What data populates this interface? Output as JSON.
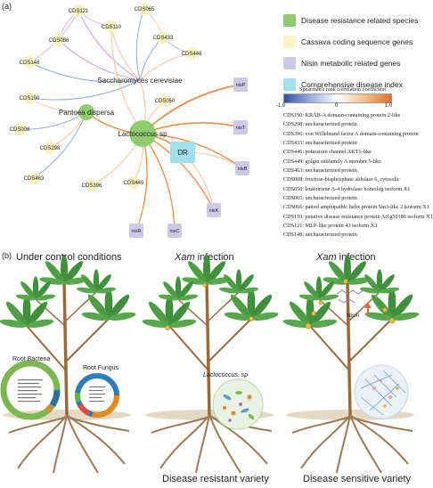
{
  "panel_a": {
    "label": "(a)",
    "nodes": {
      "cds": [
        "CDS121",
        "CDS065",
        "CDS086",
        "CDS110",
        "CDS433",
        "CDS148",
        "CDS446",
        "CDS190",
        "CDS050",
        "CDS008",
        "CDS298",
        "CDS463",
        "CDS396",
        "CDS449"
      ],
      "species": [
        "Saccharomyces cerevisiae",
        "Pantoea dispersa",
        "Lactococcus sp"
      ],
      "nisin": [
        "nisP",
        "nisT",
        "nisB",
        "nisK",
        "nisR",
        "nisC"
      ],
      "index": "DR"
    },
    "legend": [
      {
        "label": "Disease resistance related species",
        "color": "#8fcb6f"
      },
      {
        "label": "Cassava coding sequence genes",
        "color": "#f9f4c2"
      },
      {
        "label": "Nisin metabolic related genes",
        "color": "#cdc7e8"
      },
      {
        "label": "Comprehensive disease index",
        "color": "#9fe0ea"
      }
    ],
    "colorbar": {
      "title": "Spearman's rank correlation coefficient",
      "min": "-1.0",
      "mid": "0",
      "max": "1.0",
      "low_color": "#2f4fa8",
      "high_color": "#e8702a"
    },
    "definitions": [
      "CDS190: KRAB-A domain-containing protein 2-like",
      "CDS298: uncharacterized protein",
      "CDS396: von Willebrand factor A domain-containing protein",
      "CDS433: uncharacterized protein",
      "CDS446: potassium channel AKT1-like",
      "CDS449: golgin subfamily A member 5-like",
      "CDS463: uncharacterized protein",
      "CDS008: fructose-bisphosphate aldolase 6, cytosolic",
      "CDS050: leukotriene A-4 hydrolase homolog isoform X1",
      "CDS065: uncharacterized protein",
      "CDS066: paired amphipathic helix protein Sin3-like 2 isoform X1",
      "CDS110: putative disease resistance protein At1g50180 isoform X1",
      "CDS121: MLP-like protein 43 isoform X3",
      "CDS148: uncharacterized protein"
    ]
  },
  "panel_b": {
    "label": "(b)",
    "titles": [
      {
        "pre": "Under control conditions",
        "ital": "",
        "post": ""
      },
      {
        "pre": "",
        "ital": "Xam",
        "post": " infection"
      },
      {
        "pre": "",
        "ital": "Xam",
        "post": " infection"
      }
    ],
    "root_bacteria": "Root Bacteria",
    "root_fungus": "Root Fungus",
    "lactococcus": "Lactococcus. sp",
    "nisin": "Nisin",
    "bottom": [
      "Disease resistant variety",
      "Disease sensitive variety"
    ]
  }
}
